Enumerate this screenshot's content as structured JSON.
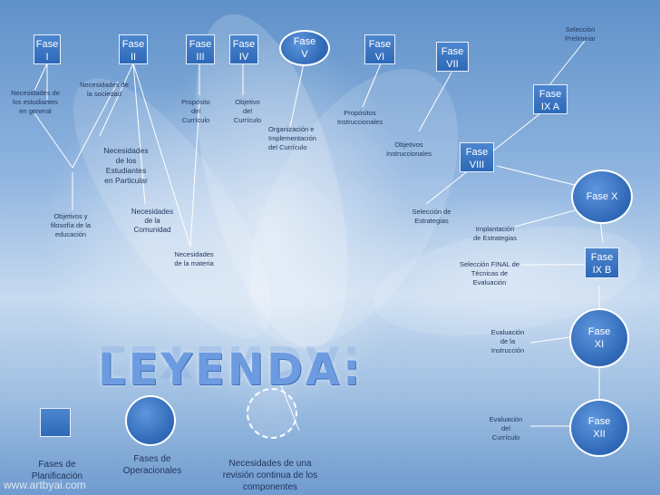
{
  "phases": {
    "f1": "Fase\nI",
    "f2": "Fase\nII",
    "f3": "Fase\nIII",
    "f4": "Fase\nIV",
    "f5": "Fase\nV",
    "f6": "Fase\nVI",
    "f7": "Fase\nVII",
    "f8": "Fase\nVIII",
    "f9a": "Fase\nIX A",
    "f9b": "Fase\nIX B",
    "f10": "Fase X",
    "f11": "Fase\nXI",
    "f12": "Fase\nXII"
  },
  "notes": {
    "necesidades_estudiantes_general": "Necesidades de\nlos estudiantes\nen general",
    "necesidades_sociedad": "Necesidades de\nla sociedad",
    "objetivos_filosofia": "Objetivos y\nfilosofía de la\neducación",
    "necesidades_estudiantes_particular": "Necesidades\nde los\nEstudiantes\nen Particular",
    "necesidades_comunidad": "Necesidades\nde la\nComunidad",
    "necesidades_materia": "Necesidades\nde la materia",
    "proposito_curriculo": "Propósito\ndel\nCurrículo",
    "objetivo_curriculo": "Objetivo\ndel\nCurrículo",
    "organizacion": "Organización e\nImplementación\ndel Currículo",
    "propositos_instruccionales": "Propósitos\nInstruccionales",
    "objetivos_instruccionales": "Objetivos\nInstruccionales",
    "seleccion_preliminar": "Selección\nPreliminar",
    "seleccion_estrategias": "Selección de\nEstrategias",
    "implantacion": "Implantación\nde Estrategias",
    "seleccion_final": "Selección FINAL de\nTécnicas de\nEvaluación",
    "evaluacion_instruccion": "Evaluación\nde la\nInstrucción",
    "evaluacion_curriculo": "Evaluación\ndel\nCurrículo"
  },
  "legend": {
    "title": "LEYENDA:",
    "planificacion": "Fases de\nPlanificación",
    "operacionales": "Fases de\nOperacionales",
    "revision": "Necesidades de una\nrevisión continua de los\ncomponentes"
  },
  "watermark": "www.artbyai.com",
  "colors": {
    "box_fill": "#3a78c4",
    "outline": "#ffffff",
    "line": "#ffffff"
  }
}
